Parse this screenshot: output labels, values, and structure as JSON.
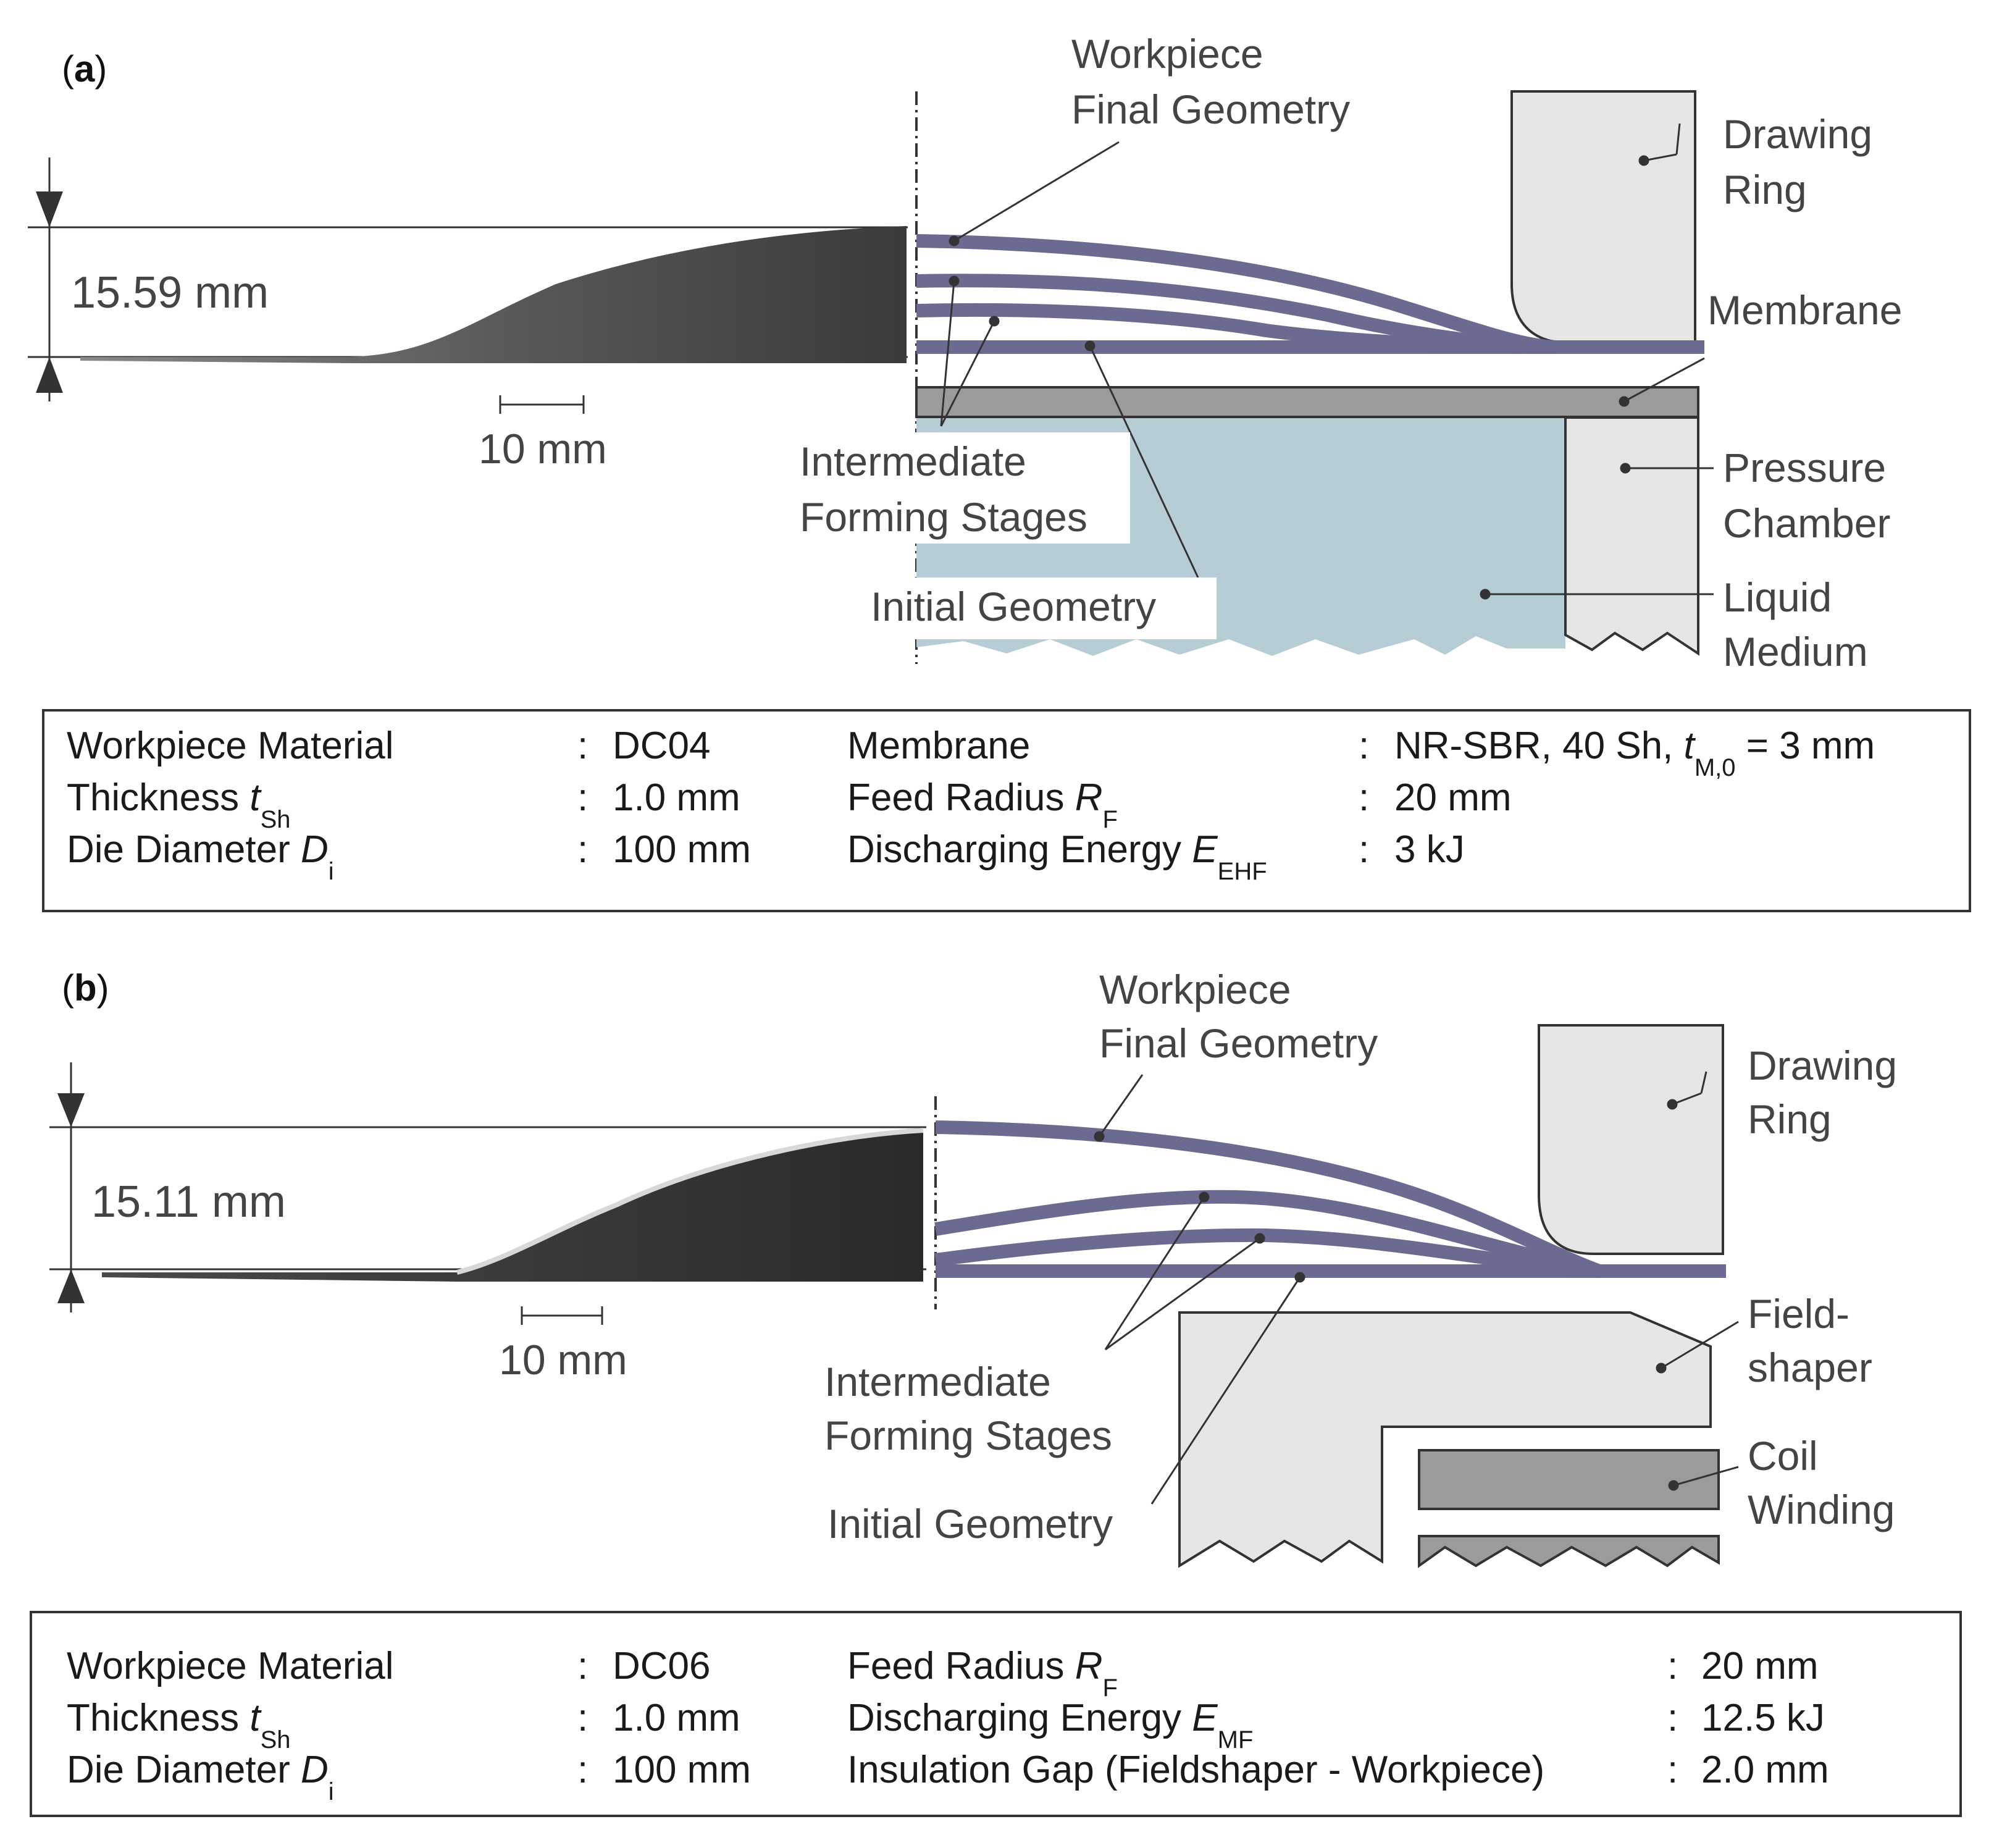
{
  "panel_a": {
    "label_open": "(",
    "label_letter": "a",
    "label_close": ")",
    "height_dim": "15.59 mm",
    "scale_bar": "10 mm",
    "labels": {
      "workpiece_final_1": "Workpiece",
      "workpiece_final_2": "Final Geometry",
      "drawing_ring_1": "Drawing",
      "drawing_ring_2": "Ring",
      "membrane": "Membrane",
      "pressure_chamber_1": "Pressure",
      "pressure_chamber_2": "Chamber",
      "liquid_medium_1": "Liquid",
      "liquid_medium_2": "Medium",
      "intermediate_1": "Intermediate",
      "intermediate_2": "Forming Stages",
      "initial_geometry": "Initial Geometry"
    },
    "table": {
      "rows": [
        {
          "name": "Workpiece Material",
          "sub": "",
          "value": "DC04",
          "name2": "Membrane",
          "sub2": "",
          "value2_pre": "NR-SBR, 40 Sh, ",
          "value2_var": "t",
          "value2_sub": "M,0",
          "value2_post": " = 3 mm"
        },
        {
          "name": "Thickness ",
          "var": "t",
          "sub": "Sh",
          "value": "1.0 mm",
          "name2": "Feed Radius ",
          "var2": "R",
          "sub2": "F",
          "value2": "20 mm"
        },
        {
          "name": "Die Diameter ",
          "var": "D",
          "sub": "i",
          "value": "100 mm",
          "name2": "Discharging Energy ",
          "var2": "E",
          "sub2": "EHF",
          "value2": "3 kJ"
        }
      ]
    },
    "colors": {
      "stage_curves": "#6b6a90",
      "liquid": "#b7cdd6",
      "membrane": "#9b9b9b",
      "tool": "#e6e6e6"
    }
  },
  "panel_b": {
    "label_open": "(",
    "label_letter": "b",
    "label_close": ")",
    "height_dim": "15.11 mm",
    "scale_bar": "10 mm",
    "labels": {
      "workpiece_final_1": "Workpiece",
      "workpiece_final_2": "Final Geometry",
      "drawing_ring_1": "Drawing",
      "drawing_ring_2": "Ring",
      "fieldshaper_1": "Field-",
      "fieldshaper_2": "shaper",
      "coil_1": "Coil",
      "coil_2": "Winding",
      "intermediate_1": "Intermediate",
      "intermediate_2": "Forming Stages",
      "initial_geometry": "Initial Geometry"
    },
    "table": {
      "rows": [
        {
          "name": "Workpiece Material",
          "value": "DC06",
          "name2": "Feed Radius ",
          "var2": "R",
          "sub2": "F",
          "value2": "20 mm"
        },
        {
          "name": "Thickness ",
          "var": "t",
          "sub": "Sh",
          "value": "1.0 mm",
          "name2": "Discharging Energy ",
          "var2": "E",
          "sub2": "MF",
          "value2": "12.5 kJ"
        },
        {
          "name": "Die Diameter ",
          "var": "D",
          "sub": "i",
          "value": "100 mm",
          "name2": "Insulation Gap (Fieldshaper - Workpiece)",
          "value2": "2.0 mm"
        }
      ]
    },
    "colors": {
      "stage_curves": "#6b6a90",
      "coil": "#9b9b9b",
      "tool": "#e6e6e6"
    }
  },
  "colon": ":"
}
